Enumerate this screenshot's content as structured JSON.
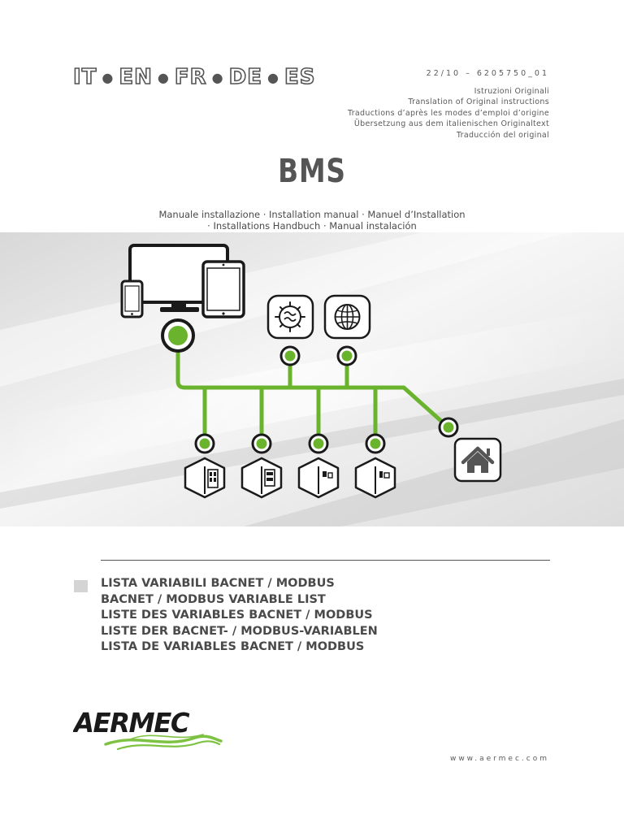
{
  "languages": [
    "IT",
    "EN",
    "FR",
    "DE",
    "ES"
  ],
  "reference": {
    "code": "22/10 – 6205750_01",
    "lines": [
      "Istruzioni Originali",
      "Translation of Original instructions",
      "Traductions d’après les modes d’emploi d’origine",
      "Übersetzung aus dem italienischen Originaltext",
      "Traducción del original"
    ]
  },
  "title": "BMS",
  "subtitle": {
    "line1": "Manuale installazione · Installation manual · Manuel d’Installation",
    "line2": "· Installations Handbuch · Manual instalación"
  },
  "diagram": {
    "icons": [
      "monitor-icon",
      "tablet-icon",
      "smartphone-icon",
      "climate-control-icon",
      "globe-icon",
      "building-unit-icon",
      "house-icon"
    ],
    "accent_color": "#6ab42d"
  },
  "document_titles": [
    "LISTA VARIABILI BACNET / MODBUS",
    "BACNET / MODBUS VARIABLE LIST",
    "LISTE DES VARIABLES BACNET / MODBUS",
    "LISTE DER BACNET- / MODBUS-VARIABLEN",
    "LISTA DE VARIABLES BACNET / MODBUS"
  ],
  "brand": {
    "name": "AERMEC",
    "color": "#1a1a1a",
    "wave_color": "#7dc242"
  },
  "website": "www.aermec.com"
}
